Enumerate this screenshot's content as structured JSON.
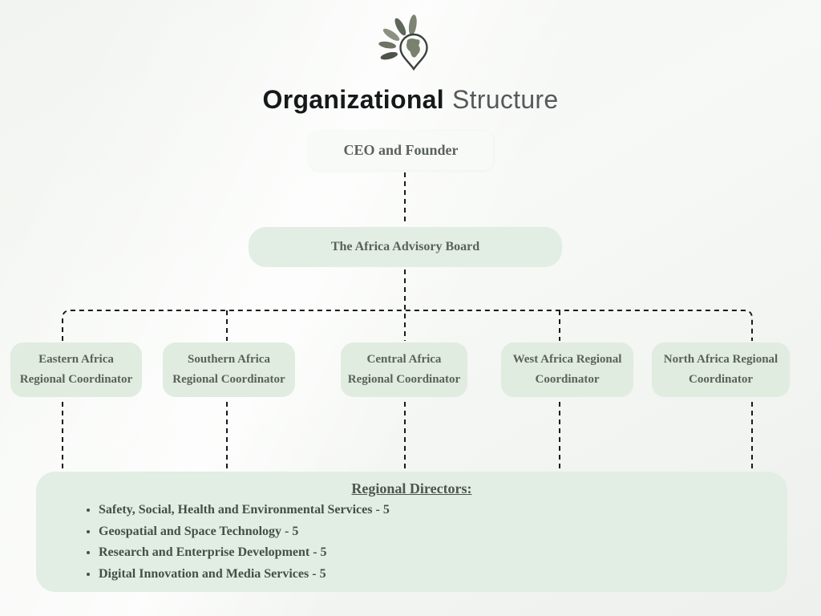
{
  "page": {
    "title_bold": "Organizational",
    "title_light": "Structure"
  },
  "logo": {
    "name": "africa-location-pin-with-leaves"
  },
  "org_chart": {
    "root": {
      "label": "CEO and Founder"
    },
    "board": {
      "label": "The Africa Advisory Board"
    },
    "coordinators": [
      {
        "id": "eastern",
        "line1": "Eastern Africa",
        "line2": "Regional Coordinator"
      },
      {
        "id": "southern",
        "line1": "Southern Africa",
        "line2": "Regional Coordinator"
      },
      {
        "id": "central",
        "line1": "Central Africa",
        "line2": "Regional Coordinator"
      },
      {
        "id": "west",
        "line1": "West Africa Regional",
        "line2": "Coordinator"
      },
      {
        "id": "north",
        "line1": "North Africa Regional",
        "line2": "Coordinator"
      }
    ],
    "directors": {
      "heading": "Regional Directors:",
      "items": [
        "Safety, Social, Health and Environmental Services - 5",
        "Geospatial and Space Technology - 5",
        "Research and Enterprise Development - 5",
        "Digital Innovation and Media Services - 5"
      ]
    }
  },
  "colors": {
    "box_green": "#e2ede3",
    "box_white": "#f8faf7",
    "box_text": "#59625a",
    "title_dark": "#17181a",
    "title_gray": "#56595c",
    "connector": "#1a1a1a",
    "leaf_dark": "#4d5448",
    "leaf_mid": "#6d7465",
    "leaf_light": "#8b9180"
  }
}
